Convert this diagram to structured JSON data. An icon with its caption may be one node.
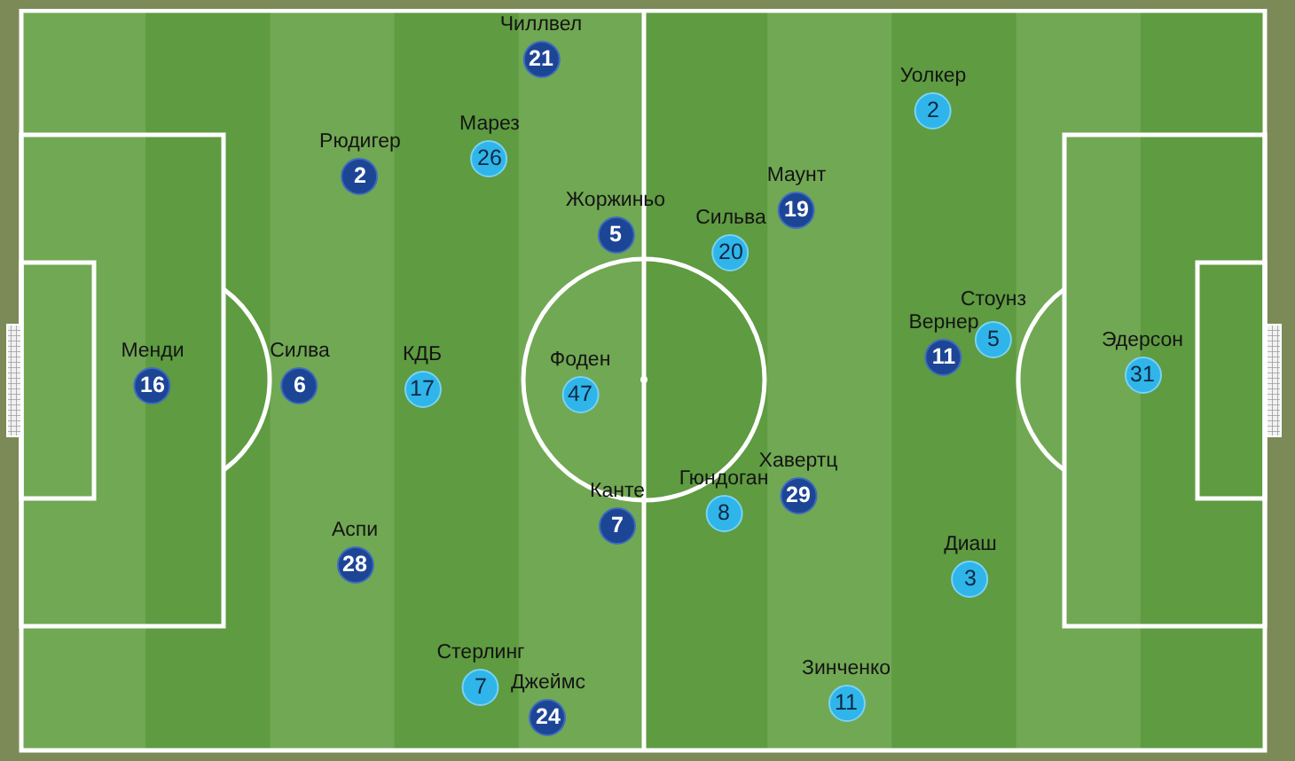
{
  "diagram": {
    "nodes": [
      {
        "text": [
          "Чиллвел",
          "21"
        ]
      },
      {
        "text": [
          "Уолкер",
          "2"
        ]
      },
      {
        "text": [
          "Марез",
          "26"
        ]
      },
      {
        "text": [
          "Рюдигер",
          "2"
        ]
      },
      {
        "text": [
          "Маунт",
          "19"
        ]
      },
      {
        "text": [
          "Жоржиньо",
          "5"
        ]
      },
      {
        "text": [
          "Сильва",
          "20"
        ]
      },
      {
        "text": [
          "Стоунз",
          "5"
        ]
      },
      {
        "text": [
          "Вернер",
          "11"
        ]
      },
      {
        "text": [
          "Эдерсон",
          "31"
        ]
      },
      {
        "text": [
          "Менди",
          "16"
        ]
      },
      {
        "text": [
          "Силва",
          "6"
        ]
      },
      {
        "text": [
          "КДБ",
          "17"
        ]
      },
      {
        "text": [
          "Фоден",
          "47"
        ]
      },
      {
        "text": [
          "Хавертц",
          "29"
        ]
      },
      {
        "text": [
          "Гюндоган",
          "8"
        ]
      },
      {
        "text": [
          "Канте",
          "7"
        ]
      },
      {
        "text": [
          "Аспи",
          "28"
        ]
      },
      {
        "text": [
          "Диаш",
          "3"
        ]
      },
      {
        "text": [
          "Стерлинг",
          "7"
        ]
      },
      {
        "text": [
          "Зинченко",
          "11"
        ]
      },
      {
        "text": [
          "Джеймс",
          "24"
        ]
      }
    ]
  }
}
